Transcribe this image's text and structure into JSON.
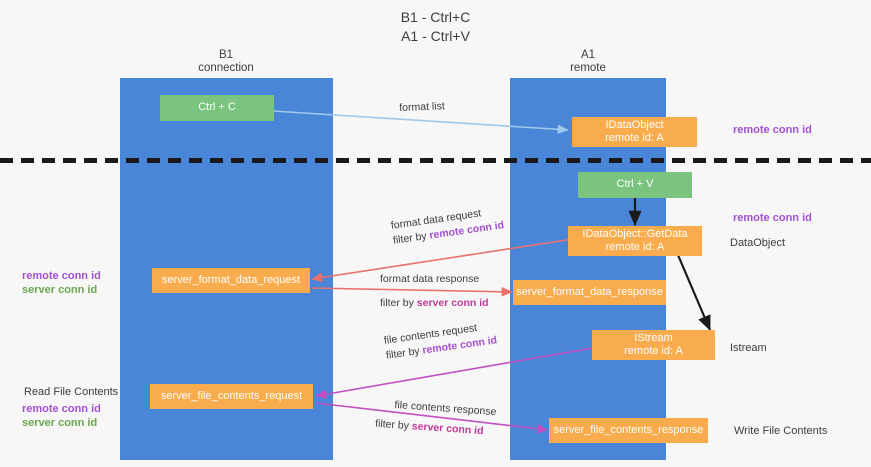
{
  "title": {
    "line1": "B1 - Ctrl+C",
    "line2": "A1 - Ctrl+V"
  },
  "columns": [
    {
      "name": "B1",
      "role": "connection"
    },
    {
      "name": "A1",
      "role": "remote"
    }
  ],
  "nodes": {
    "ctrl_c": {
      "label": "Ctrl + C"
    },
    "idataobject": {
      "line1": "IDataObject",
      "line2": "remote id: A"
    },
    "ctrl_v": {
      "label": "Ctrl + V"
    },
    "getdata": {
      "line1": "IDataObject::GetData",
      "line2": "remote id: A"
    },
    "server_format_data_request": {
      "label": "server_format_data_request"
    },
    "server_format_data_response": {
      "label": "server_format_data_response"
    },
    "istream": {
      "line1": "IStream",
      "line2": "remote id: A"
    },
    "server_file_contents_request": {
      "label": "server_file_contents_request"
    },
    "server_file_contents_response": {
      "label": "server_file_contents_response"
    }
  },
  "edges": {
    "format_list": {
      "label": "format list"
    },
    "format_data_request": {
      "line1": "format data request",
      "prefix2": "filter by ",
      "key2": "remote conn id"
    },
    "format_data_response": {
      "line1": "format data response",
      "prefix2": "filter by ",
      "key2": "server conn id"
    },
    "file_contents_request": {
      "line1": "file contents request",
      "prefix2": "filter by ",
      "key2": "remote conn id"
    },
    "file_contents_response": {
      "line1": "file contents response",
      "prefix2": "filter by ",
      "key2": "server conn id"
    }
  },
  "annotations": {
    "right_remote_conn_id_top": "remote conn id",
    "right_remote_conn_id_mid": "remote conn id",
    "right_dataobject": "DataObject",
    "right_istream": "Istream",
    "right_write_file_contents": "Write File Contents",
    "left_remote_conn_id": "remote conn id",
    "left_server_conn_id": "server conn id",
    "left_read_file_contents": "Read File Contents",
    "left_remote_conn_id_2": "remote conn id",
    "left_server_conn_id_2": "server conn id"
  },
  "colors": {
    "lane": "#4a86d8",
    "node_green": "#7ac47f",
    "node_orange": "#f9ac4e",
    "remote_conn_id": "#a64fd0",
    "server_conn_id_green": "#6aa84f",
    "server_conn_id_magenta": "#c0399c",
    "arrow_light_blue": "#9ec9ea",
    "arrow_red": "#e8716d",
    "arrow_magenta": "#c24fc2",
    "arrow_black": "#1a1a1a",
    "divider": "#1a1a1a",
    "background": "#f7f7f7"
  }
}
